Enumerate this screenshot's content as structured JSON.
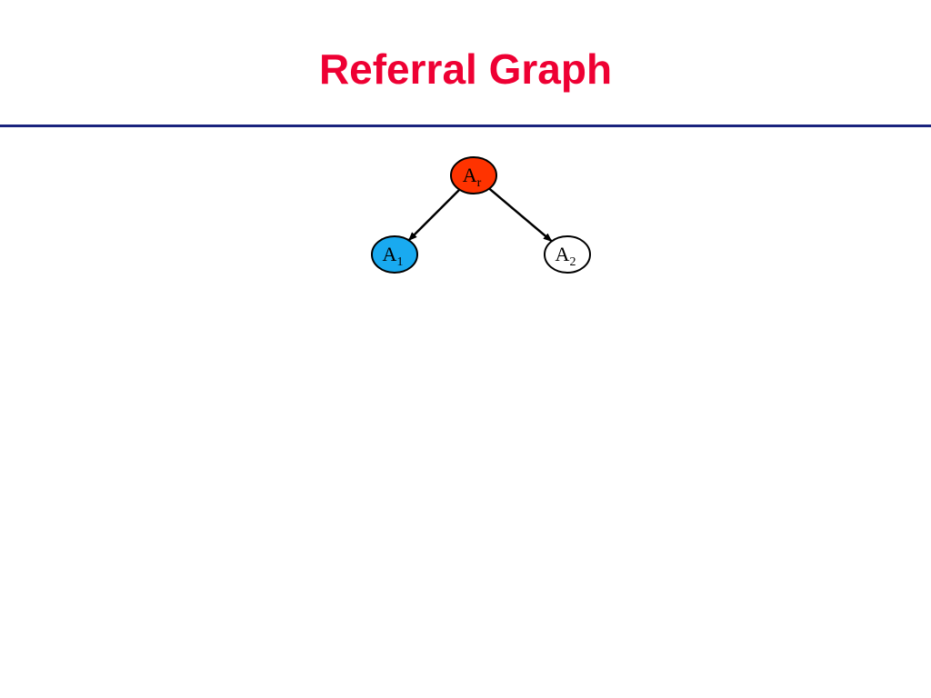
{
  "slide": {
    "title": "Referral Graph",
    "title_color": "#ee0033",
    "rule_color": "#1a237e"
  },
  "graph": {
    "nodes": [
      {
        "id": "root",
        "letter": "A",
        "sub": "r",
        "fill": "#ff3300"
      },
      {
        "id": "left",
        "letter": "A",
        "sub": "1",
        "fill": "#19aaf0"
      },
      {
        "id": "right",
        "letter": "A",
        "sub": "2",
        "fill": "#ffffff"
      }
    ],
    "edges": [
      {
        "from": "root",
        "to": "left"
      },
      {
        "from": "root",
        "to": "right"
      }
    ]
  }
}
